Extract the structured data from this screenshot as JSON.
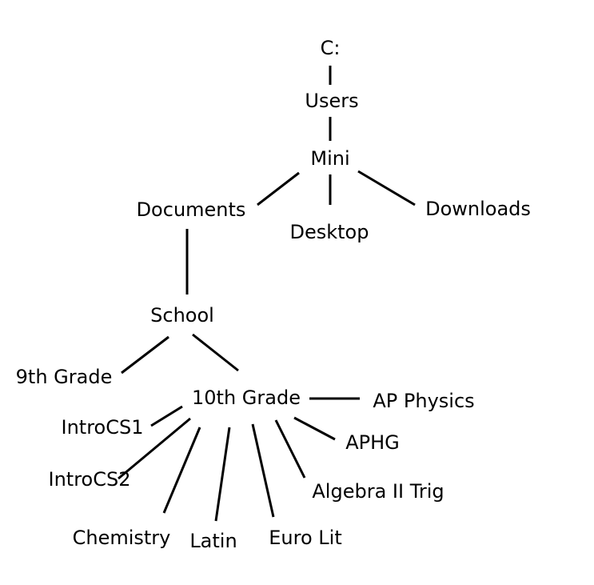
{
  "tree": {
    "root": "C:",
    "users": "Users",
    "mini": "Mini",
    "documents": "Documents",
    "desktop": "Desktop",
    "downloads": "Downloads",
    "school": "School",
    "grade9": "9th Grade",
    "grade10": "10th Grade",
    "ap_physics": "AP Physics",
    "aphg": "APHG",
    "algebra2trig": "Algebra II Trig",
    "euro_lit": "Euro Lit",
    "latin": "Latin",
    "chemistry": "Chemistry",
    "introcs2": "IntroCS2",
    "introcs1": "IntroCS1"
  },
  "colors": {
    "line": "#000000",
    "text": "#000000",
    "background": "#ffffff"
  }
}
